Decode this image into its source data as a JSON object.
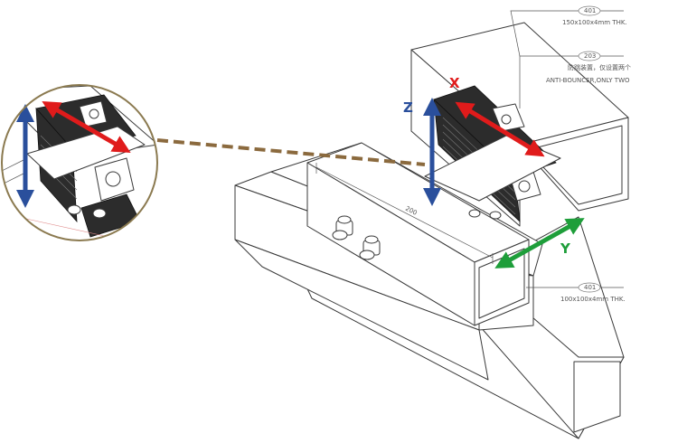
{
  "axes": {
    "x": {
      "label": "X",
      "color": "#e01b1b"
    },
    "y": {
      "label": "Y",
      "color": "#1e9e3a"
    },
    "z": {
      "label": "Z",
      "color": "#2a4f9c"
    }
  },
  "callouts": {
    "upper_tube": {
      "tag": "401",
      "text": "150x100x4mm THK."
    },
    "clip": {
      "tag": "203",
      "text_cn": "防跳装置，仅设置两个",
      "text_en": "ANTI-BOUNCER,ONLY TWO"
    },
    "lower_tube": {
      "tag": "401",
      "text": "100x100x4mm THK."
    }
  },
  "dimension": {
    "value": "200"
  },
  "colors": {
    "leader_dashed": "#8b6a3e",
    "zoom_ring": "#8b7a50"
  }
}
